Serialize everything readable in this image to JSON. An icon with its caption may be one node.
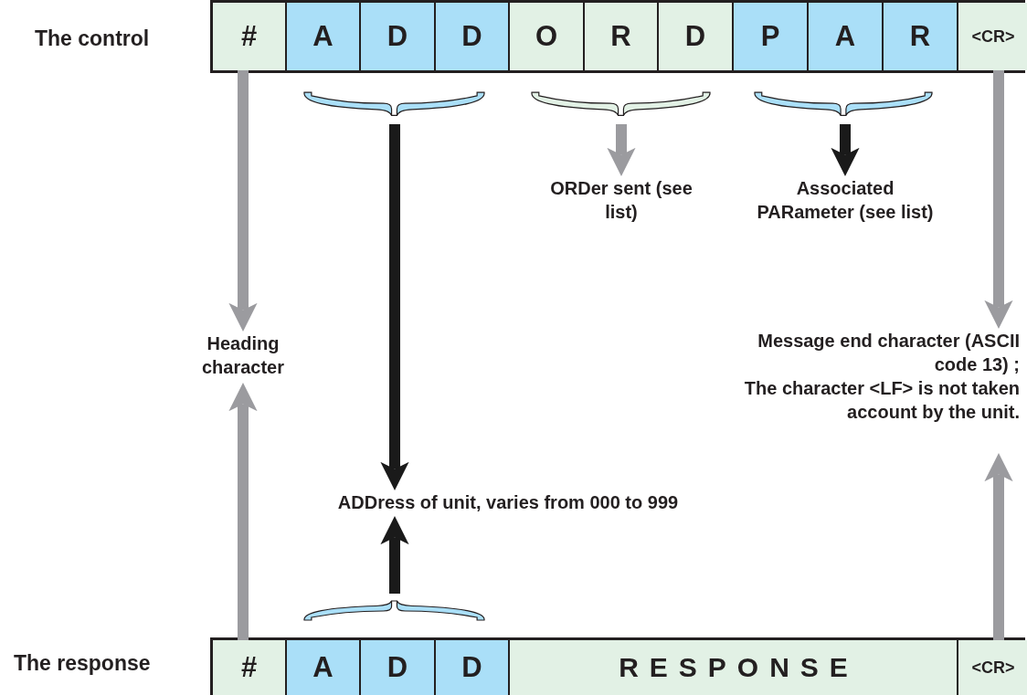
{
  "diagram": {
    "nodes": [
      {
        "text": [
          "The control"
        ]
      },
      {
        "text": [
          "#"
        ],
        "in": 0
      },
      {
        "text": [
          "A"
        ],
        "in": 0
      },
      {
        "text": [
          "D"
        ],
        "in": 0
      },
      {
        "text": [
          "D"
        ],
        "in": 0
      },
      {
        "text": [
          "O"
        ],
        "in": 0
      },
      {
        "text": [
          "R"
        ],
        "in": 0
      },
      {
        "text": [
          "D"
        ],
        "in": 0
      },
      {
        "text": [
          "P"
        ],
        "in": 0
      },
      {
        "text": [
          "A"
        ],
        "in": 0
      },
      {
        "text": [
          "R"
        ],
        "in": 0
      },
      {
        "text": [
          "<CR>"
        ],
        "in": 0
      },
      {
        "text": [],
        "shape": "brace"
      },
      {
        "text": [],
        "shape": "brace"
      },
      {
        "text": [],
        "shape": "brace"
      },
      {
        "text": [
          "ORDer sent (see list)"
        ]
      },
      {
        "text": [
          "Associated PARameter (see list)"
        ]
      },
      {
        "text": [
          "Heading character"
        ]
      },
      {
        "text": [
          "Message end character (ASCII code 13) ;",
          "The character <LF> is not taken account by the unit."
        ]
      },
      {
        "text": [
          "ADDress of unit, varies from 000 to 999"
        ]
      },
      {
        "text": [],
        "shape": "brace"
      },
      {
        "text": [
          "The response"
        ]
      },
      {
        "text": [
          "#"
        ],
        "in": 21
      },
      {
        "text": [
          "A"
        ],
        "in": 21
      },
      {
        "text": [
          "D"
        ],
        "in": 21
      },
      {
        "text": [
          "D"
        ],
        "in": 21
      },
      {
        "text": [
          "RESPONSE"
        ],
        "in": 21
      },
      {
        "text": [
          "<CR>"
        ],
        "in": 21
      }
    ],
    "edges": [
      {
        "from": 1,
        "to": 17,
        "arrow": "to"
      },
      {
        "from": 11,
        "to": 18,
        "arrow": "to"
      },
      {
        "from": 12,
        "to": 19,
        "arrow": "to",
        "color": "#1a1a1a"
      },
      {
        "from": 13,
        "to": 15,
        "arrow": "to"
      },
      {
        "from": 14,
        "to": 16,
        "arrow": "to",
        "color": "#1a1a1a"
      },
      {
        "from": 22,
        "to": 17,
        "arrow": "to"
      },
      {
        "from": 27,
        "to": 18,
        "arrow": "to"
      },
      {
        "from": 20,
        "to": 19,
        "arrow": "to",
        "color": "#1a1a1a"
      }
    ]
  }
}
